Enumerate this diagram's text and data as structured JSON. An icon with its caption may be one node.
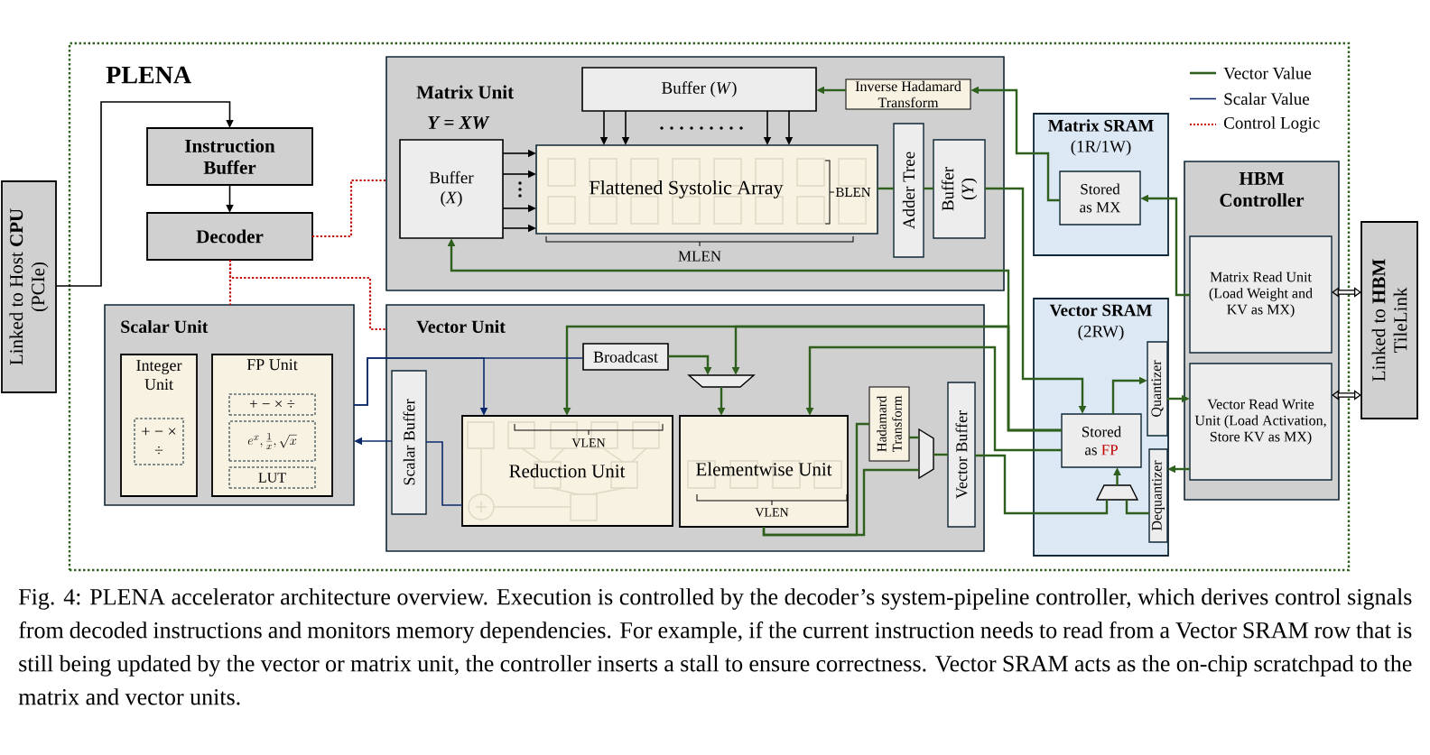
{
  "diagram": {
    "caption": "Fig. 4: PLENA accelerator architecture overview. Execution is controlled by the decoder’s system-pipeline controller, which derives control signals from decoded instructions and monitors memory dependencies. For example, if the current instruction needs to read from a Vector SRAM row that is still being updated by the vector or matrix unit, the controller inserts a stall to ensure correctness. Vector SRAM acts as the on-chip scratchpad to the matrix and vector units.",
    "nodes": [
      {
        "text": [
          "PLENA"
        ]
      },
      {
        "text": [
          "Linked to Host **CPU** (PCIe)"
        ]
      },
      {
        "text": [
          "Instruction Buffer"
        ],
        "in": 0
      },
      {
        "text": [
          "Decoder"
        ],
        "in": 0
      },
      {
        "text": [
          "Matrix Unit",
          "Y = XW"
        ],
        "in": 0
      },
      {
        "text": [
          "Buffer (*W*)"
        ],
        "in": 4
      },
      {
        "text": [
          "Inverse Hadamard Transform"
        ],
        "in": 4
      },
      {
        "text": [
          "Buffer (*X*)"
        ],
        "in": 4
      },
      {
        "text": [
          "Flattened Systolic Array"
        ],
        "in": 4
      },
      {
        "text": [
          "Adder Tree"
        ],
        "in": 4
      },
      {
        "text": [
          "Buffer (*Y*)"
        ],
        "in": 4
      },
      {
        "text": [
          "Matrix SRAM",
          "(1R/1W)"
        ],
        "in": 0
      },
      {
        "text": [
          "Stored as MX"
        ],
        "in": 11
      },
      {
        "text": [
          "Vector SRAM",
          "(2RW)"
        ],
        "in": 0
      },
      {
        "text": [
          "Stored as",
          "FP"
        ],
        "in": 13
      },
      {
        "text": [
          "Quantizer"
        ],
        "in": 13
      },
      {
        "text": [
          "Dequantizer"
        ],
        "in": 13
      },
      {
        "text": [],
        "shape": "trapezoid",
        "in": 13
      },
      {
        "text": [
          "HBM Controller"
        ],
        "in": 0
      },
      {
        "text": [
          "Matrix Read Unit (Load Weight and KV as MX)"
        ],
        "in": 18
      },
      {
        "text": [
          "Vector Read Write Unit (Load Activation, Store KV as MX)"
        ],
        "in": 18
      },
      {
        "text": [
          "Linked to **HBM** TileLink"
        ]
      },
      {
        "text": [
          "Scalar Unit"
        ],
        "in": 0
      },
      {
        "text": [
          "Integer Unit"
        ],
        "in": 22
      },
      {
        "text": [
          "+ − × ÷"
        ],
        "in": 23
      },
      {
        "text": [
          "FP Unit"
        ],
        "in": 22
      },
      {
        "text": [
          "+ − × ÷"
        ],
        "in": 25
      },
      {
        "text": [
          "e^{x}, \\frac{1}{x}, \\sqrt{x}"
        ],
        "in": 25
      },
      {
        "text": [
          "LUT"
        ],
        "in": 25
      },
      {
        "text": [
          "Vector Unit"
        ],
        "in": 0
      },
      {
        "text": [
          "Broadcast"
        ],
        "in": 29
      },
      {
        "text": [],
        "shape": "trapezoid",
        "in": 29
      },
      {
        "text": [
          "Scalar Buffer"
        ],
        "in": 29
      },
      {
        "text": [
          "Reduction Unit"
        ],
        "in": 29
      },
      {
        "text": [
          "Elementwise Unit"
        ],
        "in": 29
      },
      {
        "text": [
          "Hadamard Transform"
        ],
        "in": 29
      },
      {
        "text": [],
        "shape": "trapezoid",
        "in": 29
      },
      {
        "text": [
          "Vector Buffer"
        ],
        "in": 29
      }
    ],
    "edges": [
      {
        "from": 1,
        "to": 2,
        "arrow": "to",
        "color": "#000000"
      },
      {
        "from": 2,
        "to": 3,
        "arrow": "to",
        "color": "#000000"
      },
      {
        "from": 3,
        "to": 4,
        "arrow": "none",
        "style": "dashed",
        "color": "#c00000"
      },
      {
        "from": 3,
        "to": 22,
        "arrow": "none",
        "style": "dashed",
        "color": "#c00000"
      },
      {
        "from": 3,
        "to": 29,
        "arrow": "none",
        "style": "dashed",
        "color": "#c00000"
      },
      {
        "from": 5,
        "to": 8,
        "arrow": "to",
        "color": "#000000"
      },
      {
        "from": 5,
        "to": 8,
        "arrow": "to",
        "color": "#000000"
      },
      {
        "from": 5,
        "to": 8,
        "arrow": "to",
        "color": "#000000"
      },
      {
        "from": 5,
        "to": 8,
        "arrow": "to",
        "color": "#000000"
      },
      {
        "from": 7,
        "to": 8,
        "arrow": "to",
        "color": "#000000"
      },
      {
        "from": 7,
        "to": 8,
        "arrow": "to",
        "color": "#000000"
      },
      {
        "from": 7,
        "to": 8,
        "arrow": "to",
        "color": "#000000"
      },
      {
        "from": 7,
        "to": 8,
        "arrow": "to",
        "color": "#000000"
      },
      {
        "from": 6,
        "to": 5,
        "arrow": "to"
      },
      {
        "from": 12,
        "to": 6,
        "arrow": "to"
      },
      {
        "from": 8,
        "to": 9,
        "arrow": "none"
      },
      {
        "from": 9,
        "to": 10,
        "arrow": "none"
      },
      {
        "from": 10,
        "to": 14,
        "arrow": "to"
      },
      {
        "from": 14,
        "to": 7,
        "arrow": "to"
      },
      {
        "from": 14,
        "to": 33,
        "arrow": "to"
      },
      {
        "from": 14,
        "to": 31,
        "arrow": "to"
      },
      {
        "from": 14,
        "to": 34,
        "arrow": "to"
      },
      {
        "from": 30,
        "to": 31,
        "arrow": "to"
      },
      {
        "from": 31,
        "to": 34,
        "arrow": "to"
      },
      {
        "from": 34,
        "to": 35,
        "arrow": "none"
      },
      {
        "from": 34,
        "to": 36,
        "arrow": "none"
      },
      {
        "from": 35,
        "to": 36,
        "arrow": "none"
      },
      {
        "from": 36,
        "to": 37,
        "arrow": "none"
      },
      {
        "from": 37,
        "to": 17,
        "arrow": "none"
      },
      {
        "from": 16,
        "to": 17,
        "arrow": "none"
      },
      {
        "from": 17,
        "to": 14,
        "arrow": "to"
      },
      {
        "from": 14,
        "to": 15,
        "arrow": "to"
      },
      {
        "from": 15,
        "to": 20,
        "arrow": "to"
      },
      {
        "from": 20,
        "to": 16,
        "arrow": "to"
      },
      {
        "from": 19,
        "to": 12,
        "arrow": "to"
      },
      {
        "from": 19,
        "to": 21,
        "arrow": "both",
        "style": "thick",
        "color": "#000000"
      },
      {
        "from": 20,
        "to": 21,
        "arrow": "both",
        "style": "thick",
        "color": "#000000"
      },
      {
        "from": 22,
        "to": 30,
        "arrow": "none",
        "color": "#0b2a6b"
      },
      {
        "from": 22,
        "to": 33,
        "arrow": "to",
        "color": "#0b2a6b"
      },
      {
        "from": 32,
        "to": 22,
        "arrow": "to",
        "color": "#0b2a6b"
      },
      {
        "from": 33,
        "to": 32,
        "arrow": "none",
        "color": "#0b2a6b"
      }
    ],
    "labels": [
      "BLEN",
      "MLEN",
      "VLEN",
      "VLEN"
    ],
    "legend": [
      {
        "text": "Vector Value"
      },
      {
        "text": "Scalar Value"
      },
      {
        "text": "Control Logic"
      }
    ]
  }
}
